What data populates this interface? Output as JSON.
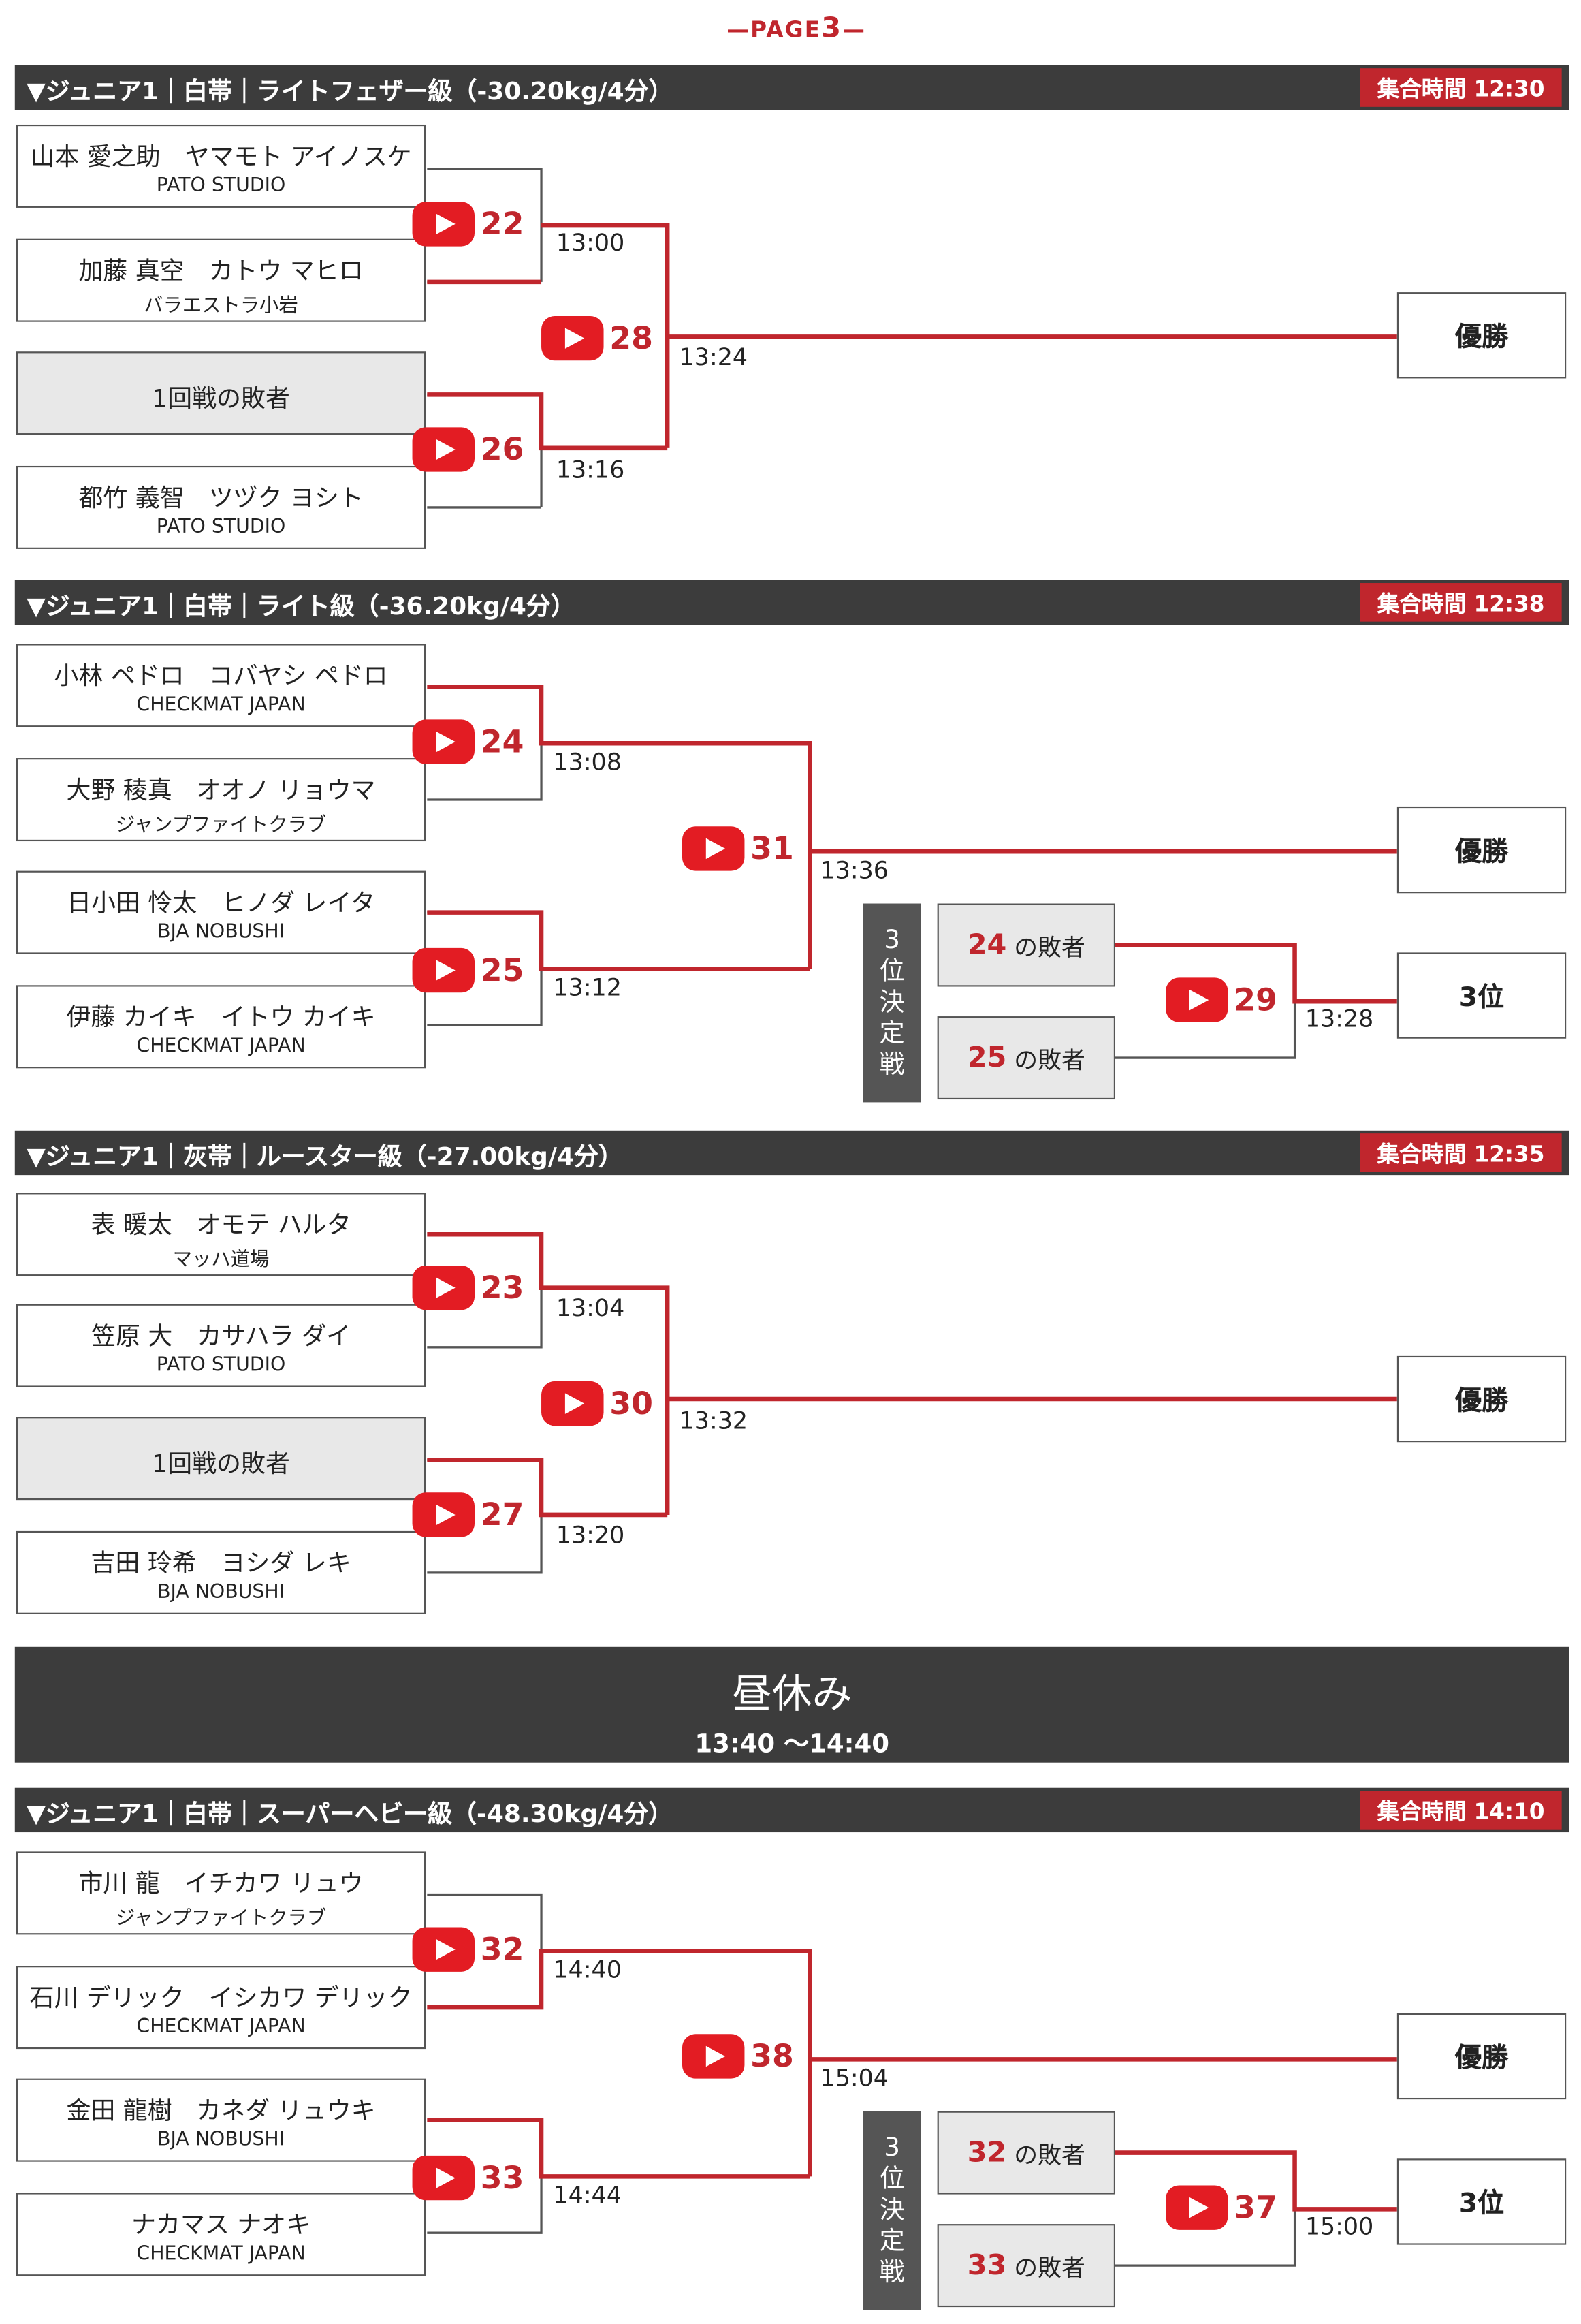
{
  "page_label": {
    "prefix": "—PAGE",
    "num": "3",
    "suffix": "—"
  },
  "section_weight_1": {
    "title": "▼ジュニア1｜白帯｜ライトフェザー級（-30.20kg/4分）",
    "gather": "集合時間 12:30",
    "players": [
      {
        "name": "山本 愛之助　ヤマモト アイノスケ",
        "club": "PATO STUDIO"
      },
      {
        "name": "加藤 真空　カトウ マヒロ",
        "club": "バラエストラ小岩"
      },
      {
        "name": "1回戦の敗者",
        "club": ""
      },
      {
        "name": "都竹 義智　ツヅク ヨシト",
        "club": "PATO STUDIO"
      }
    ],
    "matches": [
      {
        "num": "22",
        "time": "13:00"
      },
      {
        "num": "26",
        "time": "13:16"
      },
      {
        "num": "28",
        "time": "13:24"
      }
    ],
    "result": "優勝"
  },
  "section_weight_2": {
    "title": "▼ジュニア1｜白帯｜ライト級（-36.20kg/4分）",
    "gather": "集合時間 12:38",
    "players": [
      {
        "name": "小林 ペドロ　コバヤシ ペドロ",
        "club": "CHECKMAT JAPAN"
      },
      {
        "name": "大野 稜真　オオノ リョウマ",
        "club": "ジャンプファイトクラブ"
      },
      {
        "name": "日小田 怜太　ヒノダ レイタ",
        "club": "BJA NOBUSHI"
      },
      {
        "name": "伊藤 カイキ　イトウ カイキ",
        "club": "CHECKMAT JAPAN"
      }
    ],
    "matches": [
      {
        "num": "24",
        "time": "13:08"
      },
      {
        "num": "25",
        "time": "13:12"
      },
      {
        "num": "31",
        "time": "13:36"
      }
    ],
    "result": "優勝",
    "third": {
      "tag": [
        "3",
        "位",
        "決",
        "定",
        "戦"
      ],
      "losers": [
        {
          "num": "24",
          "text": "の敗者"
        },
        {
          "num": "25",
          "text": "の敗者"
        }
      ],
      "match": {
        "num": "29",
        "time": "13:28"
      },
      "result": "3位"
    }
  },
  "section_weight_3": {
    "title": "▼ジュニア1｜灰帯｜ルースター級（-27.00kg/4分）",
    "gather": "集合時間 12:35",
    "players": [
      {
        "name": "表 暖太　オモテ ハルタ",
        "club": "マッハ道場"
      },
      {
        "name": "笠原 大　カサハラ ダイ",
        "club": "PATO STUDIO"
      },
      {
        "name": "1回戦の敗者",
        "club": ""
      },
      {
        "name": "吉田 玲希　ヨシダ レキ",
        "club": "BJA NOBUSHI"
      }
    ],
    "matches": [
      {
        "num": "23",
        "time": "13:04"
      },
      {
        "num": "27",
        "time": "13:20"
      },
      {
        "num": "30",
        "time": "13:32"
      }
    ],
    "result": "優勝"
  },
  "lunch": {
    "title": "昼休み",
    "time": "13:40 〜14:40"
  },
  "section_weight_4": {
    "title": "▼ジュニア1｜白帯｜スーパーヘビー級（-48.30kg/4分）",
    "gather": "集合時間 14:10",
    "players": [
      {
        "name": "市川 龍　イチカワ リュウ",
        "club": "ジャンプファイトクラブ"
      },
      {
        "name": "石川 デリック　イシカワ デリック",
        "club": "CHECKMAT JAPAN"
      },
      {
        "name": "金田 龍樹　カネダ リュウキ",
        "club": "BJA NOBUSHI"
      },
      {
        "name": "ナカマス ナオキ",
        "club": "CHECKMAT JAPAN"
      }
    ],
    "matches": [
      {
        "num": "32",
        "time": "14:40"
      },
      {
        "num": "33",
        "time": "14:44"
      },
      {
        "num": "38",
        "time": "15:04"
      }
    ],
    "result": "優勝",
    "third": {
      "tag": [
        "3",
        "位",
        "決",
        "定",
        "戦"
      ],
      "losers": [
        {
          "num": "32",
          "text": "の敗者"
        },
        {
          "num": "33",
          "text": "の敗者"
        }
      ],
      "match": {
        "num": "37",
        "time": "15:00"
      },
      "result": "3位"
    }
  },
  "colors": {
    "accent": "#c0262d",
    "header_bg": "#3c3c3c",
    "youtube": "#e31c23",
    "loser_bg": "#e8e8e8"
  },
  "icons": {
    "match_video": "youtube-play-icon"
  }
}
